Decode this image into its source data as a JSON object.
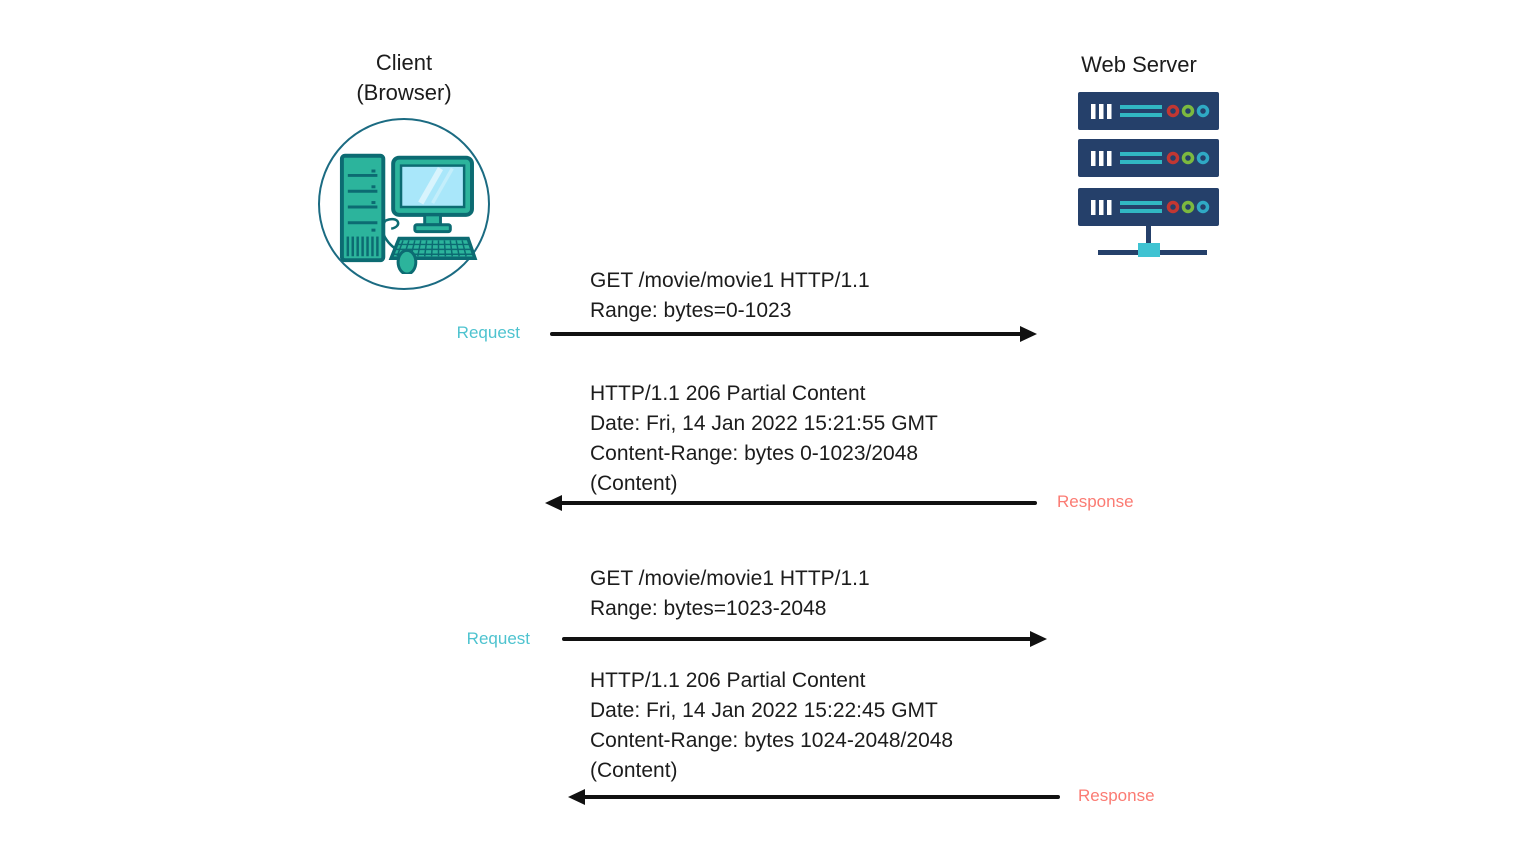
{
  "client": {
    "title": [
      "Client",
      "(Browser)"
    ],
    "icon": "desktop-computer-icon"
  },
  "web_server": {
    "title": "Web Server",
    "icon": "server-rack-icon",
    "rack_units": 3
  },
  "flow": {
    "request1": {
      "label": "Request",
      "lines": [
        "GET /movie/movie1 HTTP/1.1",
        "Range: bytes=0-1023"
      ],
      "direction": "client-to-server"
    },
    "response1": {
      "label": "Response",
      "lines": [
        "HTTP/1.1 206 Partial Content",
        "Date: Fri, 14 Jan 2022 15:21:55 GMT",
        "Content-Range: bytes 0-1023/2048",
        "(Content)"
      ],
      "direction": "server-to-client"
    },
    "request2": {
      "label": "Request",
      "lines": [
        "GET /movie/movie1 HTTP/1.1",
        "Range: bytes=1023-2048"
      ],
      "direction": "client-to-server"
    },
    "response2": {
      "label": "Response",
      "lines": [
        "HTTP/1.1 206 Partial Content",
        "Date: Fri, 14 Jan 2022 15:22:45 GMT",
        "Content-Range: bytes 1024-2048/2048",
        "(Content)"
      ],
      "direction": "server-to-client"
    }
  },
  "colors": {
    "request_label": "#4ec3cf",
    "response_label": "#fb7b73",
    "arrow": "#111111",
    "text": "#1c1c1c",
    "client_circle_stroke": "#1b6b82",
    "client_icon_fill": "#2cb49c",
    "client_icon_stroke": "#0c6b72",
    "client_screen": "#a9e7fa",
    "server_navy": "#25406a",
    "server_teal": "#31b7c2",
    "led_red": "#c23732",
    "led_green": "#7cb93f",
    "led_teal": "#2fa9c4",
    "network_connector": "#3fc3d2"
  }
}
